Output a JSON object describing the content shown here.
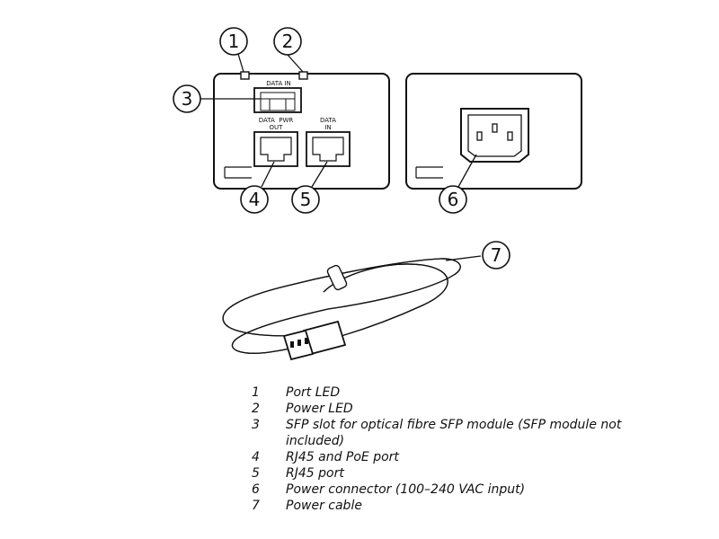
{
  "panel_labels": {
    "data_in_top": "DATA IN",
    "data_pwr": "DATA  PWR",
    "out": "OUT",
    "data": "DATA",
    "in": "IN"
  },
  "callouts": {
    "c1": "1",
    "c2": "2",
    "c3": "3",
    "c4": "4",
    "c5": "5",
    "c6": "6",
    "c7": "7"
  },
  "legend": [
    {
      "num": "1",
      "text": "Port LED"
    },
    {
      "num": "2",
      "text": "Power LED"
    },
    {
      "num": "3",
      "text": "SFP slot for optical fibre SFP module (SFP module not included)"
    },
    {
      "num": "4",
      "text": "RJ45 and PoE port"
    },
    {
      "num": "5",
      "text": "RJ45 port"
    },
    {
      "num": "6",
      "text": "Power connector (100–240 VAC input)"
    },
    {
      "num": "7",
      "text": "Power cable"
    }
  ]
}
